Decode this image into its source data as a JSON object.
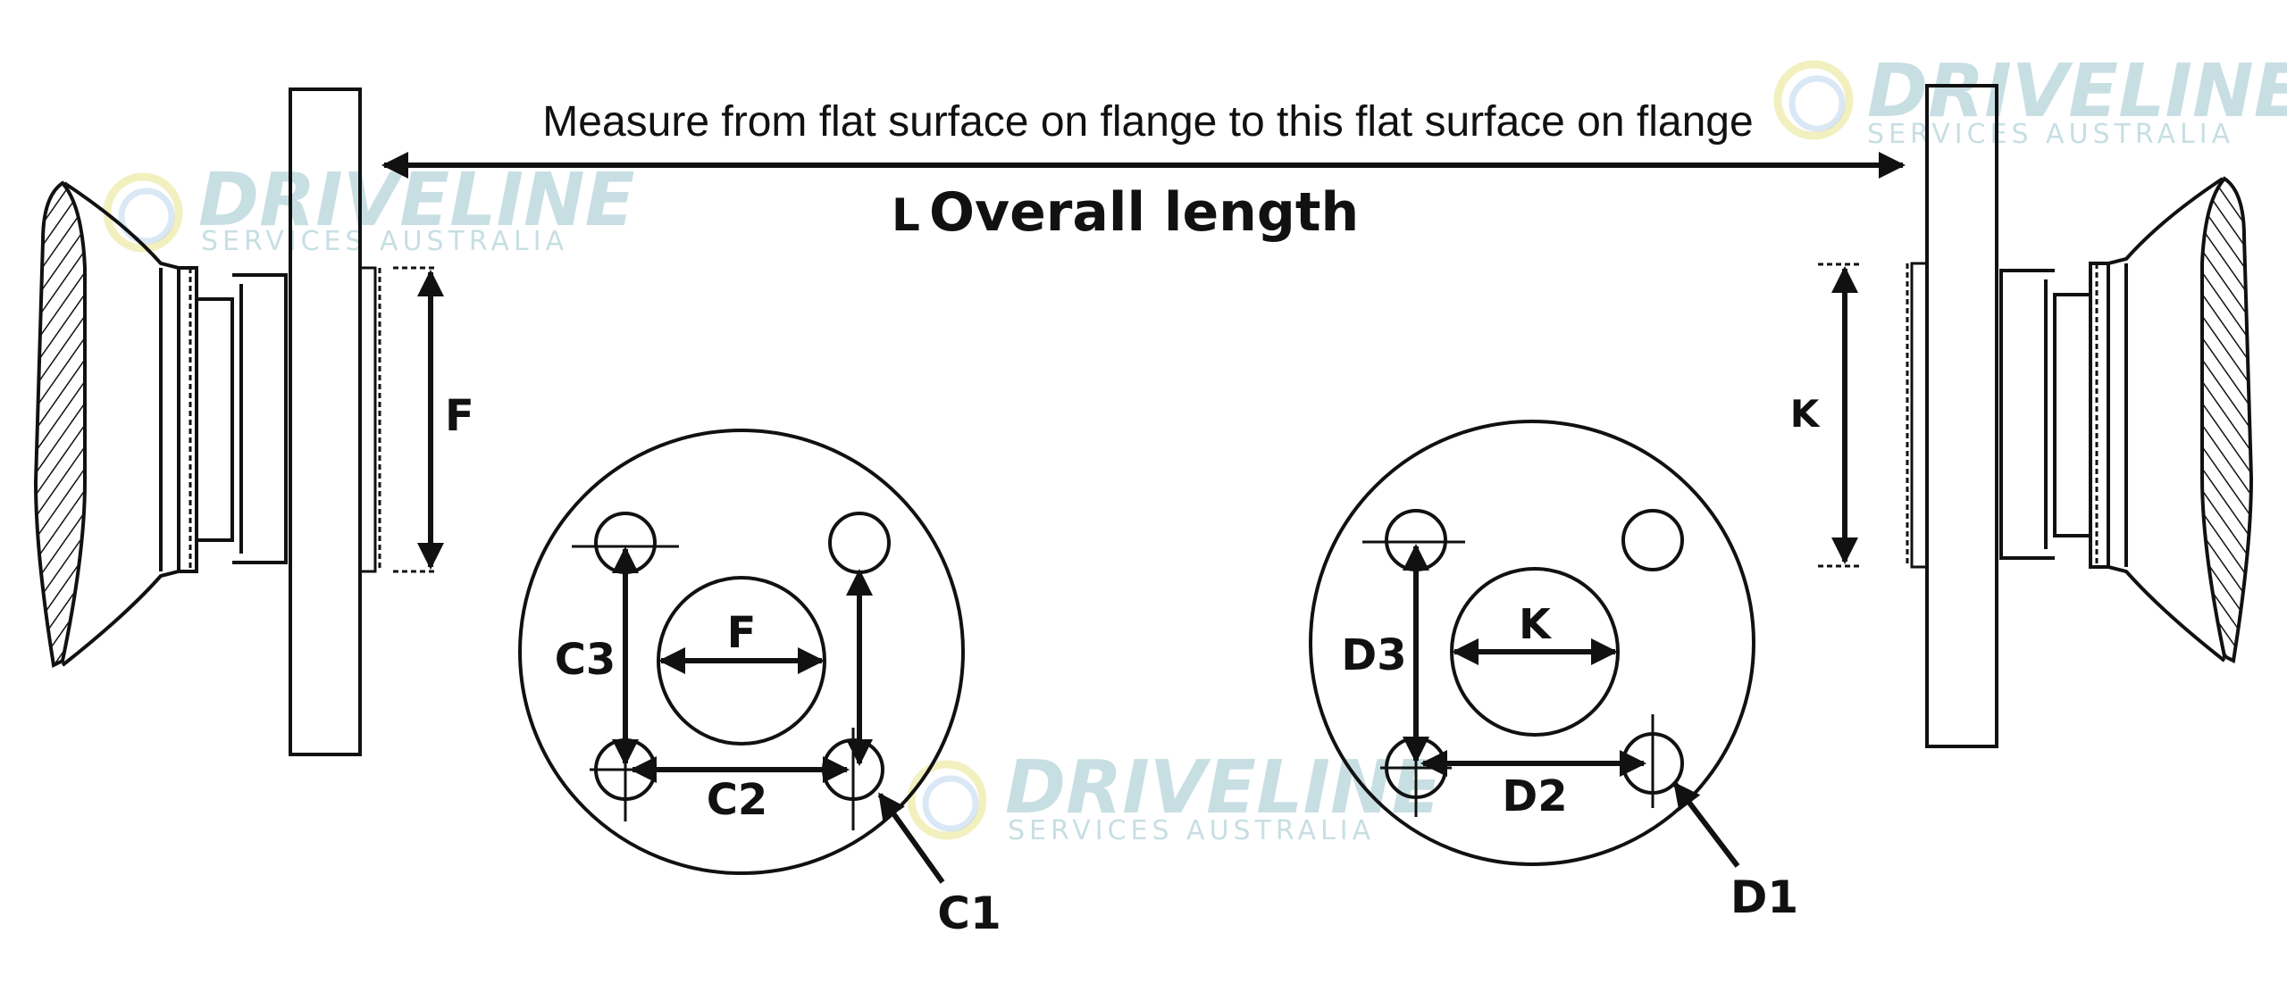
{
  "caption": "Measure from flat surface on flange to this flat surface on flange",
  "overall": {
    "letter": "L",
    "label": "Overall length"
  },
  "labels": {
    "left_side_dim": "F",
    "right_side_dim": "K",
    "left_bore": "F",
    "right_bore": "K",
    "c1": "C1",
    "c2": "C2",
    "c3": "C3",
    "d1": "D1",
    "d2": "D2",
    "d3": "D3"
  },
  "watermark": {
    "brand": "DRIVELINE",
    "sub": "SERVICES AUSTRALIA",
    "color": "#c7dfe3",
    "ring_colors": [
      "#e8e48a",
      "#bcd6ee",
      "#e5c77c"
    ]
  }
}
